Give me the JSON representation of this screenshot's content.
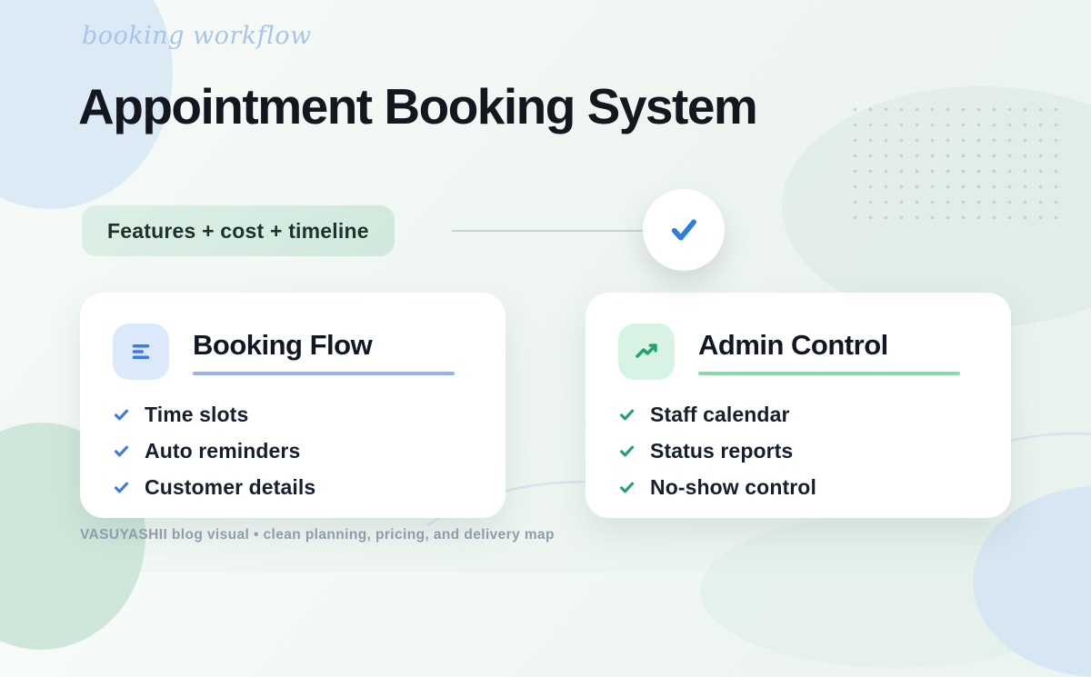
{
  "header": {
    "eyebrow": "booking workflow",
    "title": "Appointment Booking System"
  },
  "badge": {
    "label": "Features + cost + timeline"
  },
  "checkpoint": {
    "icon": "check-icon",
    "accent_color": "#2e7ce0"
  },
  "cards": [
    {
      "icon": "list-lines-icon",
      "title": "Booking Flow",
      "accent_color": "#3b7ce8",
      "underline_color": "#97b3ec",
      "tile_color": "#dbe9fb",
      "items": [
        "Time slots",
        "Auto reminders",
        "Customer details"
      ]
    },
    {
      "icon": "trend-up-icon",
      "title": "Admin Control",
      "accent_color": "#22a36e",
      "underline_color": "#8fd6af",
      "tile_color": "#d8f2e4",
      "items": [
        "Staff calendar",
        "Status reports",
        "No-show control"
      ]
    }
  ],
  "footer": {
    "text": "VASUYASHII blog visual • clean planning, pricing, and delivery map"
  }
}
